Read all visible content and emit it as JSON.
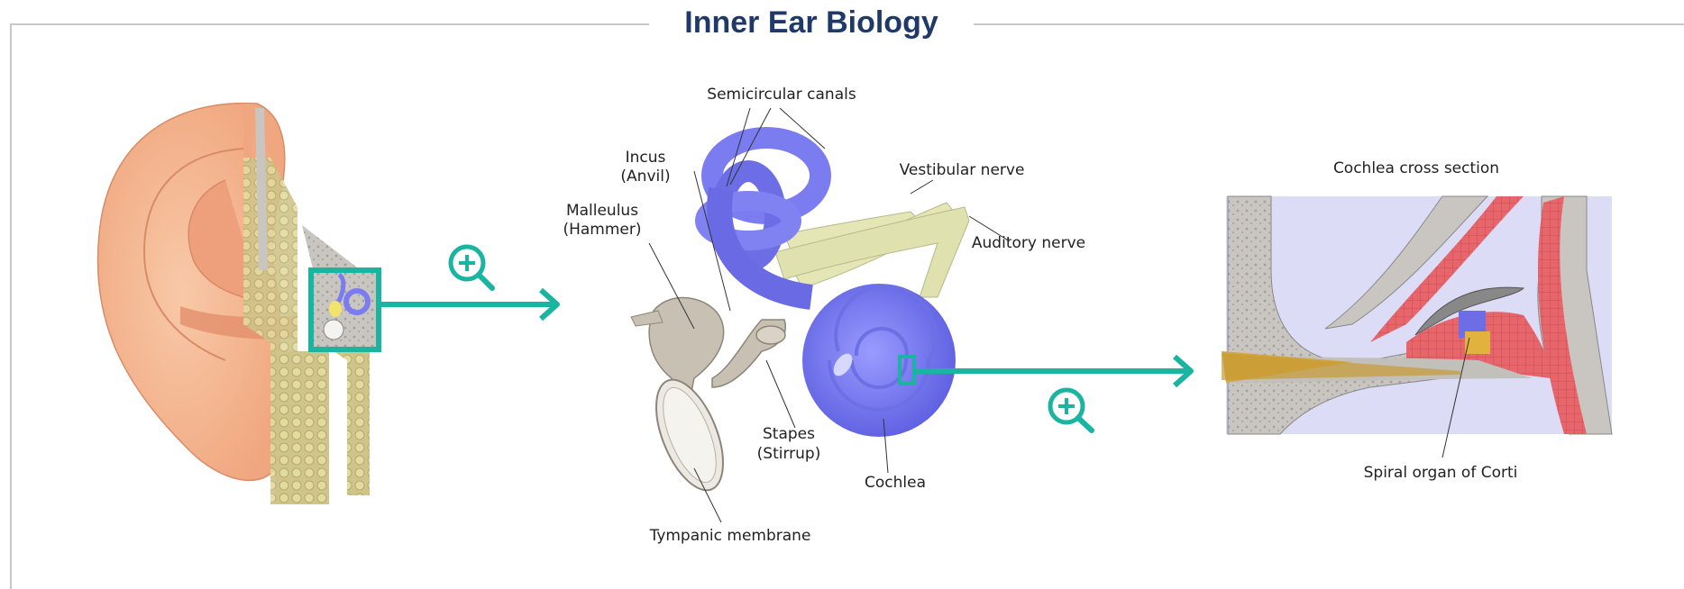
{
  "title": "Inner Ear Biology",
  "colors": {
    "accent": "#1ab5a0",
    "title": "#1f3a68",
    "inner_ear": "#7b7cf0",
    "bone": "#c9c3b6",
    "skin": "#f4b48f",
    "muscle": "#e0595e"
  },
  "icons": [
    "zoom-in-icon",
    "zoom-in-icon"
  ],
  "labels": {
    "semicircular_canals": "Semicircular canals",
    "incus_1": "Incus",
    "incus_2": "(Anvil)",
    "malleus_1": "Malleulus",
    "malleus_2": "(Hammer)",
    "vestibular_nerve": "Vestibular nerve",
    "auditory_nerve": "Auditory nerve",
    "stapes_1": "Stapes",
    "stapes_2": "(Stirrup)",
    "cochlea": "Cochlea",
    "tympanic": "Tympanic membrane",
    "cochlea_cross": "Cochlea cross section",
    "corti": "Spiral organ of Corti"
  }
}
